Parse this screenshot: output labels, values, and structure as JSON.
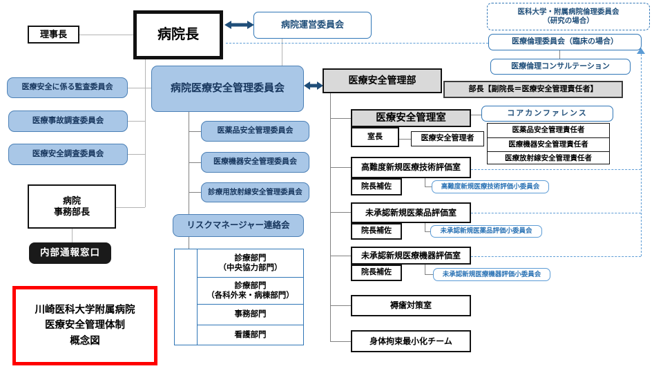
{
  "top": {
    "chairman": "理事長",
    "hospital_director": "病院長",
    "steering_committee": "病院運営委員会"
  },
  "ethics": {
    "university_committee_line1": "医科大学・附属病院倫理委員会",
    "university_committee_line2": "（研究の場合）",
    "clinical_committee": "医療倫理委員会（臨床の場合）",
    "consultation": "医療倫理コンサルテーション"
  },
  "left_committees": {
    "audit": "医療安全に係る監査委員会",
    "accident_investigation": "医療事故調査委員会",
    "safety_investigation": "医療安全調査委員会"
  },
  "admin": {
    "admin_director_line1": "病院",
    "admin_director_line2": "事務部長",
    "internal_reporting": "内部通報窓口"
  },
  "central": {
    "hospital_safety_committee": "病院医療安全管理委員会",
    "pharma_committee": "医薬品安全管理委員会",
    "device_committee": "医療機器安全管理委員会",
    "radiation_committee": "診療用放射線安全管理委員会",
    "risk_manager_meeting": "リスクマネージャー連絡会"
  },
  "departments": {
    "rows": [
      {
        "line1": "診療部門",
        "line2": "（中央協力部門）"
      },
      {
        "line1": "診療部門",
        "line2": "（各科外来・病棟部門）"
      },
      {
        "line1": "事務部門",
        "line2": ""
      },
      {
        "line1": "看護部門",
        "line2": ""
      }
    ]
  },
  "safety_division": {
    "name": "医療安全管理部",
    "head": "部長【副院長＝医療安全管理責任者】",
    "office": "医療安全管理室",
    "office_chief": "室長",
    "safety_manager": "医療安全管理者",
    "core_conference": "コアカンファレンス",
    "responsibles": [
      "医薬品安全管理責任者",
      "医療機器安全管理責任者",
      "医療放射線安全管理責任者"
    ],
    "rooms": [
      {
        "name": "高難度新規医療技術評価室",
        "assistant": "院長補佐",
        "subcommittee": "高難度新規医療技術評価小委員会"
      },
      {
        "name": "未承認新規医薬品評価室",
        "assistant": "院長補佐",
        "subcommittee": "未承認新規医薬品評価小委員会"
      },
      {
        "name": "未承認新規医療機器評価室",
        "assistant": "院長補佐",
        "subcommittee": "未承認新規医療機器評価小委員会"
      }
    ],
    "pressure_ulcer_room": "褥瘡対策室",
    "restraint_team": "身体拘束最小化チーム"
  },
  "caption": {
    "line1": "川崎医科大学附属病院",
    "line2": "医療安全管理体制",
    "line3": "概念図"
  },
  "colors": {
    "light_blue_fill": "#A9C7E7",
    "blue_border": "#2E75B6",
    "dashed_blue": "#5B9BD5",
    "arrow_navy": "#1F4E79",
    "gray_fill": "#D9D9D9",
    "red_frame": "#FF0000",
    "black_pill": "#1a1a1a"
  }
}
